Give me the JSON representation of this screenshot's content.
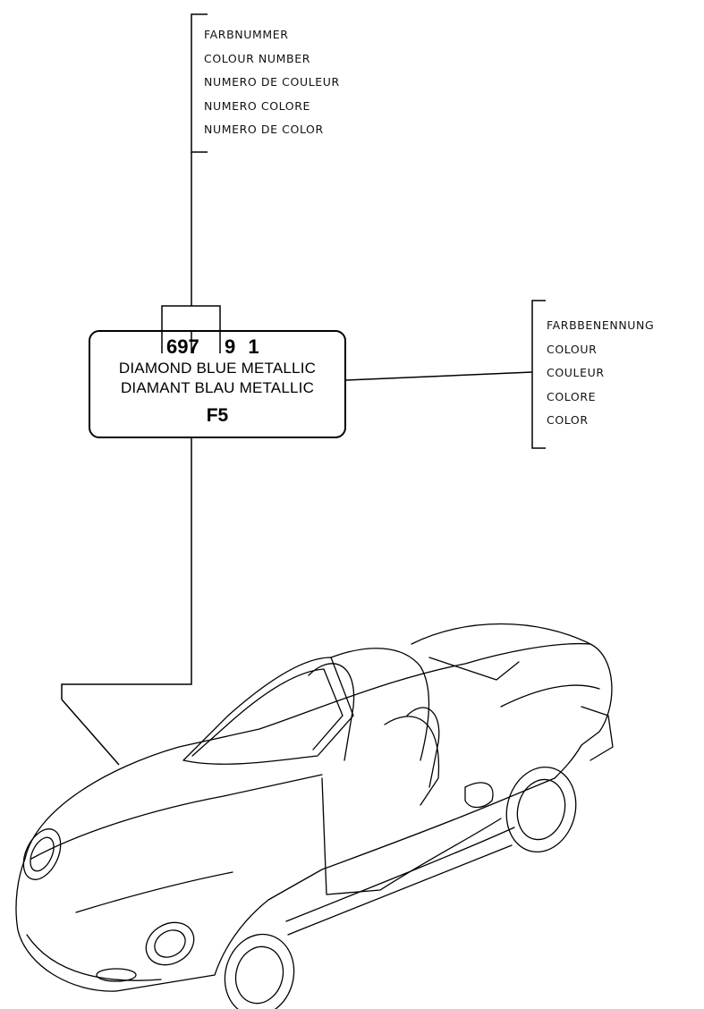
{
  "colour_number_labels": [
    "FARBNUMMER",
    "COLOUR NUMBER",
    "NUMERO DE COULEUR",
    "NUMERO COLORE",
    "NUMERO DE COLOR"
  ],
  "colour_name_labels": [
    "FARBBENENNUNG",
    "COLOUR",
    "COULEUR",
    "COLORE",
    "COLOR"
  ],
  "label": {
    "code_part1": "697",
    "code_part2": "9 1",
    "name_en": "DIAMOND BLUE METALLIC",
    "name_de": "DIAMANT BLAU METALLIC",
    "f_code": "F5"
  },
  "illustration": "car-convertible"
}
